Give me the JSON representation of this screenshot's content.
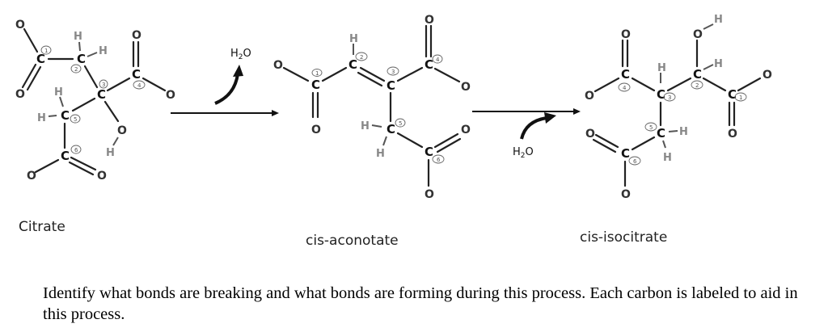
{
  "molecules": [
    {
      "name": "Citrate",
      "carbons": [
        "1",
        "2",
        "3",
        "4",
        "5",
        "6"
      ]
    },
    {
      "name": "cis-aconotate",
      "carbons": [
        "1",
        "2",
        "3",
        "4",
        "5",
        "6"
      ]
    },
    {
      "name": "cis-isocitrate",
      "carbons": [
        "1",
        "2",
        "3",
        "4",
        "5",
        "6"
      ]
    }
  ],
  "reactions": [
    {
      "from": "Citrate",
      "to": "cis-aconotate",
      "water_label": "H2O",
      "water_direction": "released"
    },
    {
      "from": "cis-aconotate",
      "to": "cis-isocitrate",
      "water_label": "H2O",
      "water_direction": "added"
    }
  ],
  "atoms": {
    "carbon": "C",
    "oxygen": "O",
    "hydrogen": "H"
  },
  "water": {
    "main": "H",
    "sub": "2",
    "tail": "O"
  },
  "question": {
    "text": "Identify what bonds are breaking and what bonds are forming during this process. Each carbon is labeled to aid in this process."
  }
}
